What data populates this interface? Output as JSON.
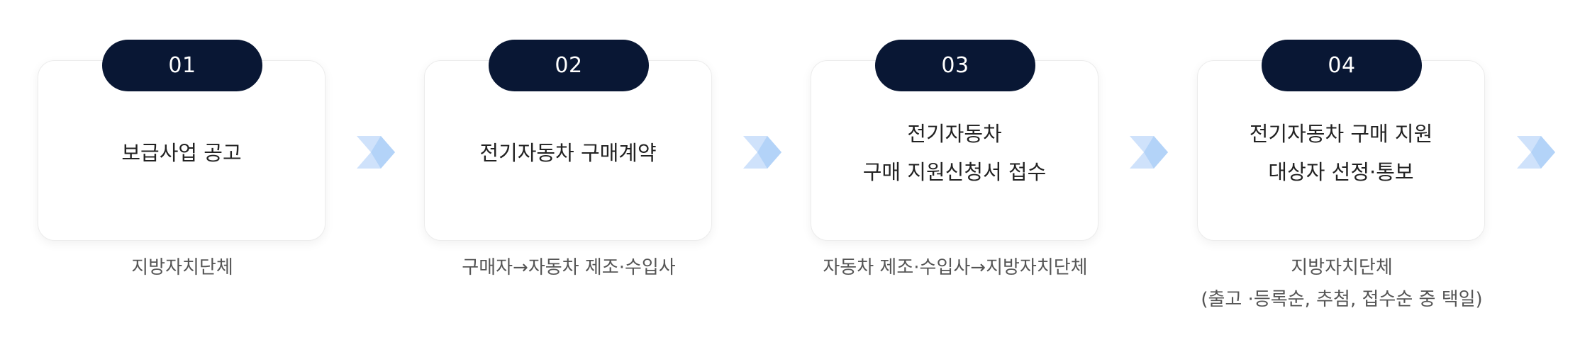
{
  "steps": [
    {
      "number": "01",
      "title": [
        "보급사업 공고"
      ],
      "sub": [
        "지방자치단체"
      ]
    },
    {
      "number": "02",
      "title": [
        "전기자동차 구매계약"
      ],
      "sub": [
        "구매자→자동차 제조·수입사"
      ]
    },
    {
      "number": "03",
      "title": [
        "전기자동차",
        "구매 지원신청서 접수"
      ],
      "sub": [
        "자동차 제조·수입사→지방자치단체"
      ]
    },
    {
      "number": "04",
      "title": [
        "전기자동차 구매 지원",
        "대상자 선정·통보"
      ],
      "sub": [
        "지방자치단체",
        "(출고 ·등록순, 추첨, 접수순 중 택일)"
      ]
    }
  ],
  "icons": {
    "arrow": "chevron-right-arrow-icon"
  },
  "colors": {
    "badge": "#091734",
    "arrow": "#cfe2fb",
    "arrow_accent": "#a9cdf7"
  }
}
